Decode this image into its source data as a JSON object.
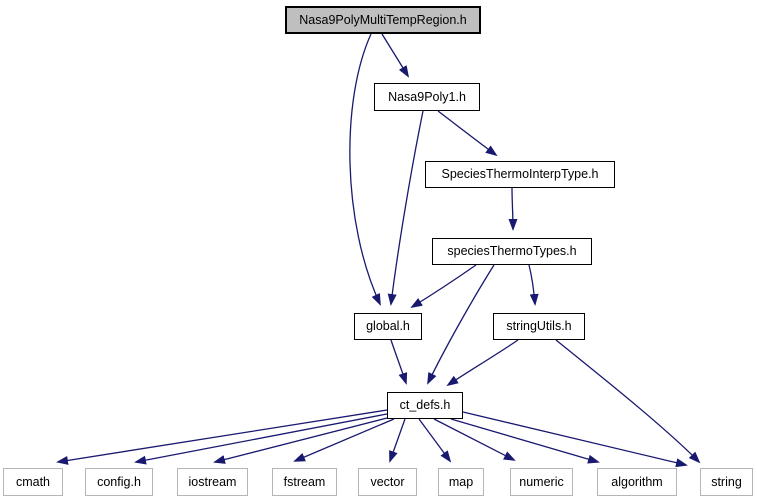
{
  "diagram": {
    "kind": "include-dependency-graph",
    "colors": {
      "edge": "#191970",
      "root_fill": "#bfbfbf",
      "internal_border": "#000000",
      "external_border": "#b5b5b5",
      "background": "#ffffff"
    },
    "nodes": [
      {
        "id": "Nasa9PolyMultiTempRegion.h",
        "label": "Nasa9PolyMultiTempRegion.h",
        "kind": "root"
      },
      {
        "id": "Nasa9Poly1.h",
        "label": "Nasa9Poly1.h",
        "kind": "internal"
      },
      {
        "id": "SpeciesThermoInterpType.h",
        "label": "SpeciesThermoInterpType.h",
        "kind": "internal"
      },
      {
        "id": "speciesThermoTypes.h",
        "label": "speciesThermoTypes.h",
        "kind": "internal"
      },
      {
        "id": "global.h",
        "label": "global.h",
        "kind": "internal"
      },
      {
        "id": "stringUtils.h",
        "label": "stringUtils.h",
        "kind": "internal"
      },
      {
        "id": "ct_defs.h",
        "label": "ct_defs.h",
        "kind": "internal"
      },
      {
        "id": "cmath",
        "label": "cmath",
        "kind": "external"
      },
      {
        "id": "config.h",
        "label": "config.h",
        "kind": "external"
      },
      {
        "id": "iostream",
        "label": "iostream",
        "kind": "external"
      },
      {
        "id": "fstream",
        "label": "fstream",
        "kind": "external"
      },
      {
        "id": "vector",
        "label": "vector",
        "kind": "external"
      },
      {
        "id": "map",
        "label": "map",
        "kind": "external"
      },
      {
        "id": "numeric",
        "label": "numeric",
        "kind": "external"
      },
      {
        "id": "algorithm",
        "label": "algorithm",
        "kind": "external"
      },
      {
        "id": "string",
        "label": "string",
        "kind": "external"
      }
    ],
    "edges": [
      {
        "from": "Nasa9PolyMultiTempRegion.h",
        "to": "Nasa9Poly1.h"
      },
      {
        "from": "Nasa9PolyMultiTempRegion.h",
        "to": "global.h"
      },
      {
        "from": "Nasa9Poly1.h",
        "to": "SpeciesThermoInterpType.h"
      },
      {
        "from": "Nasa9Poly1.h",
        "to": "global.h"
      },
      {
        "from": "SpeciesThermoInterpType.h",
        "to": "speciesThermoTypes.h"
      },
      {
        "from": "speciesThermoTypes.h",
        "to": "global.h"
      },
      {
        "from": "speciesThermoTypes.h",
        "to": "ct_defs.h"
      },
      {
        "from": "speciesThermoTypes.h",
        "to": "stringUtils.h"
      },
      {
        "from": "global.h",
        "to": "ct_defs.h"
      },
      {
        "from": "stringUtils.h",
        "to": "ct_defs.h"
      },
      {
        "from": "stringUtils.h",
        "to": "string"
      },
      {
        "from": "ct_defs.h",
        "to": "cmath"
      },
      {
        "from": "ct_defs.h",
        "to": "config.h"
      },
      {
        "from": "ct_defs.h",
        "to": "iostream"
      },
      {
        "from": "ct_defs.h",
        "to": "fstream"
      },
      {
        "from": "ct_defs.h",
        "to": "vector"
      },
      {
        "from": "ct_defs.h",
        "to": "map"
      },
      {
        "from": "ct_defs.h",
        "to": "numeric"
      },
      {
        "from": "ct_defs.h",
        "to": "algorithm"
      },
      {
        "from": "ct_defs.h",
        "to": "string"
      }
    ]
  }
}
